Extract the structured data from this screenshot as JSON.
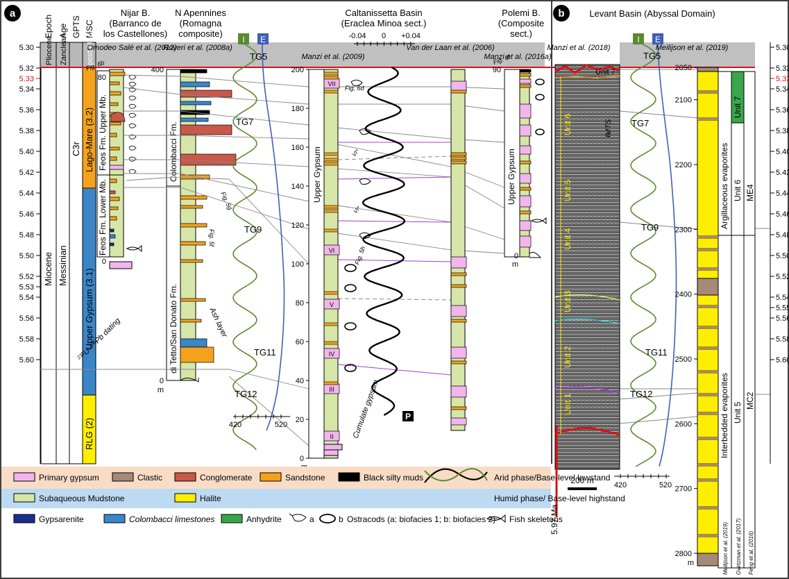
{
  "panel_a": {
    "badge": "a",
    "headers": {
      "epoch": "Epoch",
      "age": "Age",
      "gpts": "GPTS",
      "msc": "MSC"
    },
    "epochs": {
      "pliocene": "Pliocene",
      "miocene": "Miocene"
    },
    "ages": {
      "zanclean": "Zanclean",
      "messinian": "Messinian"
    },
    "gpts": {
      "c3r": "C3r"
    },
    "msc": {
      "post": "post-MSC",
      "lago": "Lago-Mare (3.2)",
      "ug": "Upper Gypsum (3.1)",
      "rlg": "RLG (2)"
    },
    "time_ticks": [
      "5.30",
      "5.32",
      "5.33",
      "5.34",
      "5.36",
      "5.38",
      "5.40",
      "5.42",
      "5.44",
      "5.46",
      "5.48",
      "5.50",
      "5.52",
      "5.53",
      "5.54",
      "5.56",
      "5.58",
      "5.60"
    ],
    "dating_label_parts": [
      "238",
      "U-",
      "206",
      "Pb dating"
    ]
  },
  "nijar": {
    "title_lines": [
      "Nijar B.",
      "(Barranco de",
      "los Castellones)"
    ],
    "ref": "Omodeo Salé et al. (2012)",
    "ticks": [
      "80",
      "0"
    ],
    "units": [
      "Feos Fm. Upper Mb.",
      "Feos Fm. Lower Mb."
    ],
    "fig": "Fig. 6b"
  },
  "apennines": {
    "title_lines": [
      "N Apennines",
      "(Romagna",
      "composite)"
    ],
    "ref": "Roveri et al. (2008a)",
    "ticks": [
      "400",
      "0",
      "m"
    ],
    "units": [
      "Colombacci Fm.",
      "di Tetto/San Donato Fm."
    ],
    "figs": [
      "Fig. 5g",
      "Fig. 5f"
    ],
    "ash": "Ash layer"
  },
  "curve_a": {
    "badges": [
      "I",
      "E"
    ],
    "tg": [
      "TG5",
      "TG7",
      "TG9",
      "TG11",
      "TG12"
    ],
    "axis_ticks": [
      "420",
      "520"
    ]
  },
  "caltanissetta": {
    "title_lines": [
      "Caltanissetta Basin",
      "(Eraclea Minoa sect.)"
    ],
    "ref1": "Manzi et al. (2009)",
    "ref2": "Van der Laan et al. (2006)",
    "axis": [
      "-0.04",
      "0",
      "+0.04"
    ],
    "ticks": [
      "200",
      "180",
      "160",
      "140",
      "120",
      "100",
      "80",
      "60",
      "40",
      "20",
      "0",
      "m"
    ],
    "unit": "Upper Gypsum",
    "cycles": [
      "VII",
      "VI",
      "V",
      "IV",
      "III",
      "II"
    ],
    "vi_labels": [
      "VI*",
      "VI*"
    ],
    "figs": [
      "Fig. 6d",
      "Fig. 5h"
    ],
    "cumulate": "Cumulate gypsum",
    "p_badge": "P"
  },
  "polemi": {
    "title_lines": [
      "Polemi B.",
      "(Composite",
      "sect.)"
    ],
    "ref": "Manzi et al. (2016a)",
    "ticks": [
      "90",
      "0",
      "m"
    ],
    "unit": "Upper Gypsum",
    "fig": "Fig. 6f"
  },
  "panel_b": {
    "badge": "b",
    "title": "Levant Basin (Abyssal Domain)",
    "seismic_ref": "Manzi et al. (2018)",
    "units": [
      "Unit 7",
      "Unit 6",
      "Unit 5",
      "Unit 4",
      "Unit 3",
      "Unit 2",
      "Unit 1"
    ],
    "imts": "IMTS",
    "age_label": "5.97 Ma",
    "scale": "200 m",
    "borehole_ref": "Meilijson et al. (2019)",
    "depth_ticks": [
      "2050",
      "2100",
      "2200",
      "2300",
      "2400",
      "2500",
      "2600",
      "2700",
      "2800",
      "m"
    ],
    "zones": [
      "Unit 7",
      "Argillaceous evaporites",
      "Unit 6",
      "ME4",
      "Interbedded evaporites",
      "Unit 5",
      "MC2"
    ],
    "bottom_refs": [
      "Meilijson et al. (2019)",
      "Gvirtzman et al. (2017)",
      "Feng et al. (2016)"
    ],
    "right_ticks": [
      "5.30",
      "5.32",
      "5.33",
      "5.34",
      "5.36",
      "5.38",
      "5.40",
      "5.42",
      "5.44",
      "5.46",
      "5.48",
      "5.50",
      "5.52",
      "5.54",
      "5.55",
      "5.56",
      "5.58",
      "5.60"
    ]
  },
  "legend": {
    "primary_gypsum": "Primary gypsum",
    "clastic": "Clastic",
    "conglomerate": "Conglomerate",
    "sandstone": "Sandstone",
    "black_muds": "Black silty muds",
    "arid": "Arid phase/Base-level lowstand",
    "mudstone": "Subaqueous Mudstone",
    "halite": "Halite",
    "humid": "Humid phase/ Base-level highstand",
    "gypsarenite": "Gypsarenite",
    "colombacci": "Colombacci limestones",
    "anhydrite": "Anhydrite",
    "ostracod_a": "a",
    "ostracod_b": "b",
    "ostracods": "Ostracods (a: biofacies 1; b: biofacies 2)",
    "fish": "Fish skeletons"
  },
  "colors": {
    "gypsum": "#f2b5ec",
    "mudstone": "#d6e6a8",
    "sandstone": "#f4a21c",
    "conglomerate": "#c8584a",
    "halite": "#ffee00",
    "clastic": "#a58a78",
    "anhydrite": "#3aa54a",
    "colombacci": "#3a86c8",
    "gypsarenite": "#1b2e8c",
    "red_line": "#dd1111",
    "curve_green": "#5a8a30",
    "curve_blue": "#3f5fb8",
    "legend_top": "#f9dcc6",
    "legend_bottom": "#bcdaf2"
  }
}
